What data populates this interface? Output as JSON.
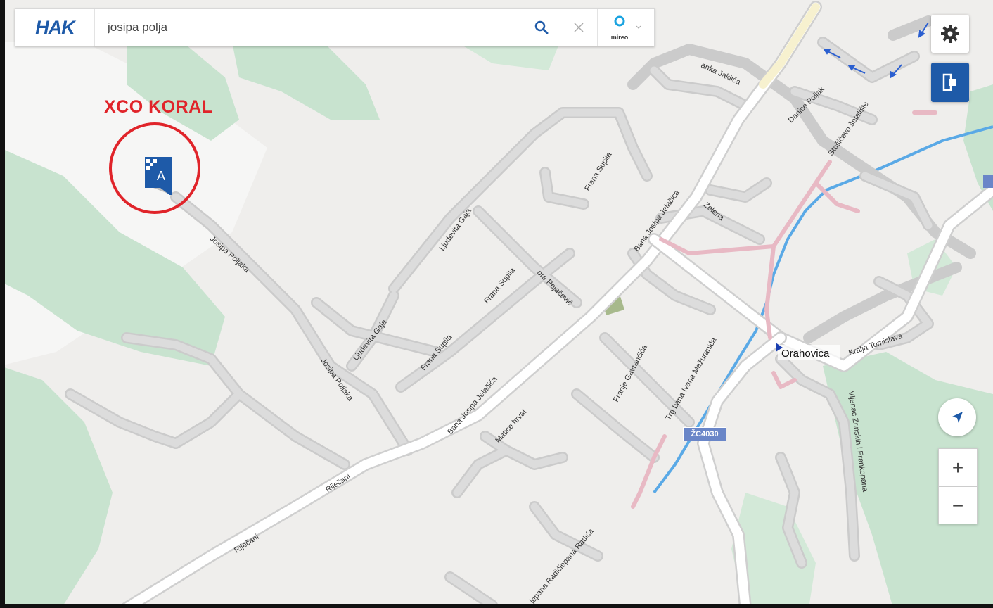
{
  "search": {
    "logo": "HAK",
    "query": "josipa polja",
    "provider": "mireo"
  },
  "annotation": {
    "label": "XCO KORAL"
  },
  "marker": {
    "letter": "A"
  },
  "place": "Orahovica",
  "road_badge": "ŽC4030",
  "streets": {
    "anka_jaklica": "anka Jaklića",
    "danice_poljak": "Danice Poljak",
    "stosicevo": "Stošićevo šetalište",
    "frana_supila_1": "Frana Supila",
    "frana_supila_2": "Frana Supila",
    "frana_supila_3": "Frana Supila",
    "ljudevita_gaja_1": "Ljudevita Gaja",
    "ljudevita_gaja_2": "Ljudevita Gaja",
    "josipa_poljaka_1": "Josipa Poljaka",
    "josipa_poljaka_2": "Josipa Poljaka",
    "pejacevic": "ore Pejačević",
    "bana_jelacica_1": "Bana Josipa Jelačića",
    "bana_jelacica_2": "Bana Josipa Jelačića",
    "zelena": "Zelena",
    "kralja_tomislava": "Kralja Tomislava",
    "franje_gavrancica": "Franje Gavrančića",
    "trg_mazuranica": "Trg bana Ivana Mažuranića",
    "vijenac": "Vijenac Zrinskih i Frankopana",
    "matice_hrvatske": "Matice hrvat",
    "rijecani_1": "Riječani",
    "rijecani_2": "Riječani",
    "radica": "jepana Radićiepana Radića"
  },
  "colors": {
    "brand": "#1e5aa8",
    "annotation": "#e0242a",
    "water": "#5aa9e6",
    "forest": "#c8e3cf",
    "road": "#d4d4d4"
  },
  "icons": {
    "search": "search-icon",
    "clear": "close-icon",
    "settings": "gear-icon",
    "layers": "layers-icon",
    "locate": "navigation-arrow-icon"
  }
}
